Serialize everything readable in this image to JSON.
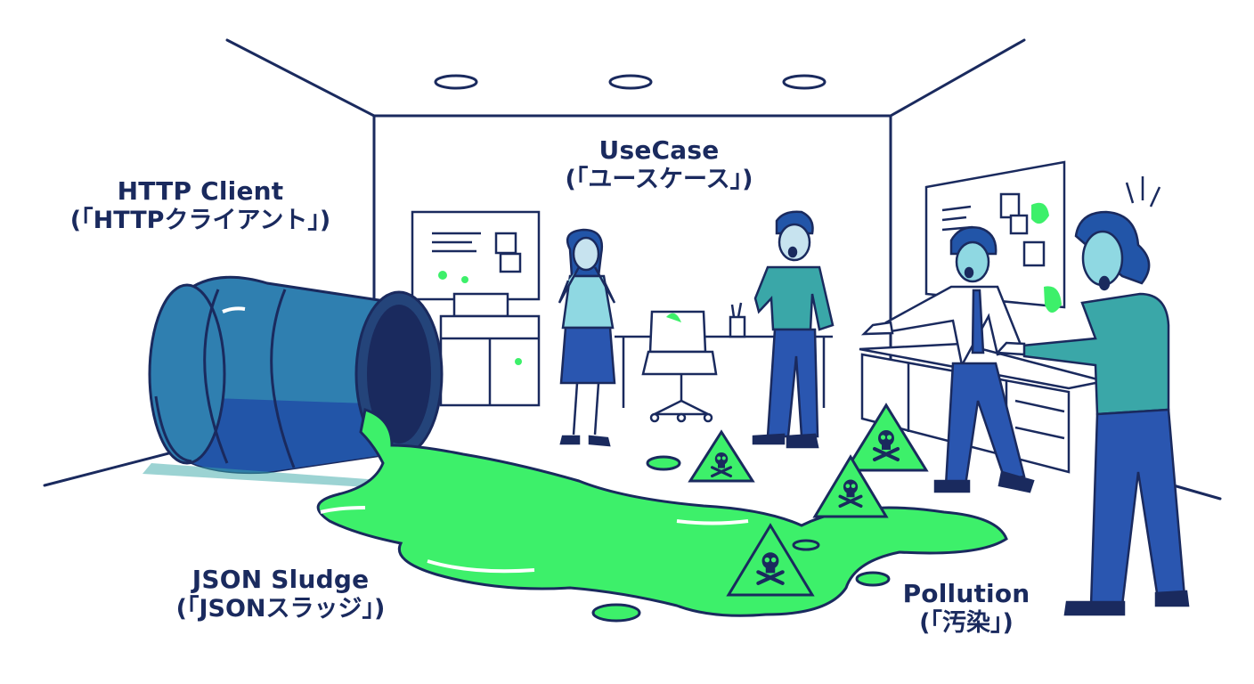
{
  "labels": {
    "http_client": {
      "en": "HTTP Client",
      "ja": "(「HTTPクライアント」)"
    },
    "usecase": {
      "en": "UseCase",
      "ja": "(「ユースケース」)"
    },
    "json_sludge": {
      "en": "JSON Sludge",
      "ja": "(「JSONスラッジ」)"
    },
    "pollution": {
      "en": "Pollution",
      "ja": "(「汚染」)"
    }
  },
  "colors": {
    "outline": "#1a2a5e",
    "barrel_blue": "#2f7fb0",
    "barrel_dark": "#2255a8",
    "sludge_green": "#3df06a",
    "shirt_teal": "#3aa7a8",
    "pants_blue": "#2a56b0",
    "hazard_skull": "#1a2a5e"
  },
  "icons": [
    "skull-crossbones-hazard-icon",
    "ceiling-light-icon",
    "pencil-cup-icon"
  ]
}
